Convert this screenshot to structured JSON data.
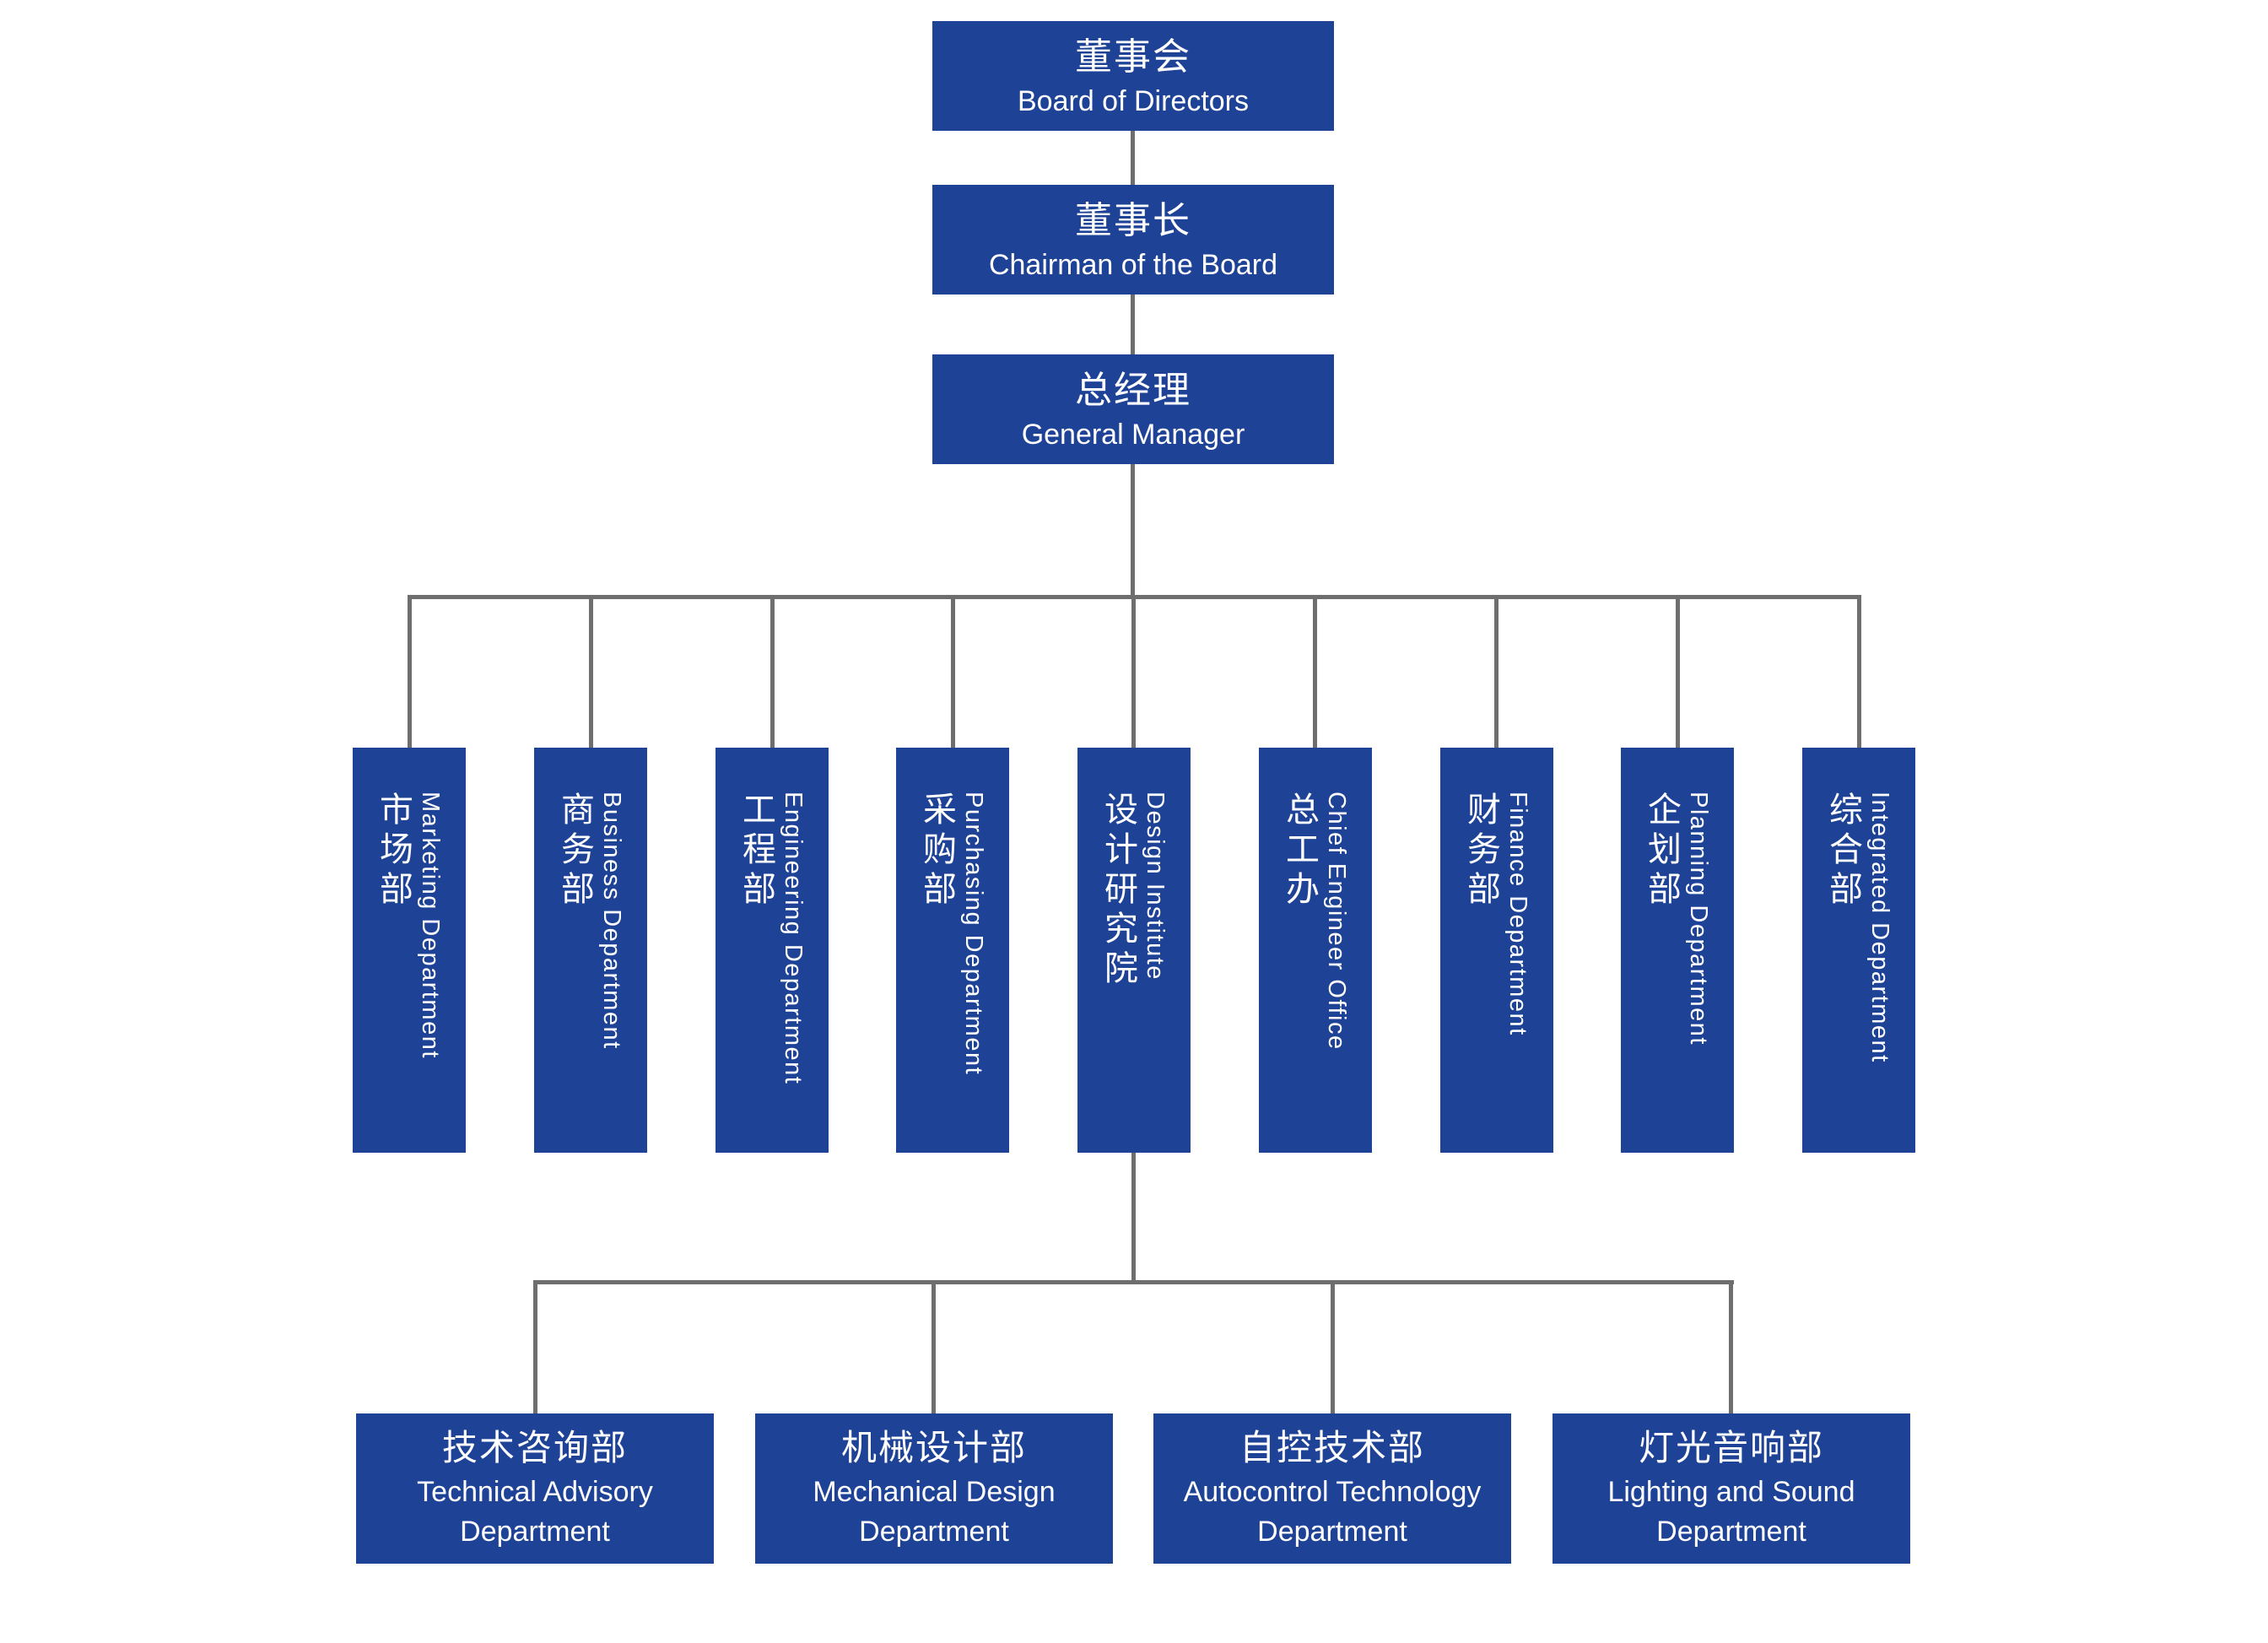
{
  "colors": {
    "box_blue": "#1e4396",
    "line_gray": "#6e6e6e",
    "text_white": "#ffffff",
    "background": "#ffffff"
  },
  "top_chain": [
    {
      "zh": "董事会",
      "en": "Board of Directors"
    },
    {
      "zh": "董事长",
      "en": "Chairman of the Board"
    },
    {
      "zh": "总经理",
      "en": "General Manager"
    }
  ],
  "departments": [
    {
      "zh": "市场部",
      "en": "Marketing Department"
    },
    {
      "zh": "商务部",
      "en": "Business Department"
    },
    {
      "zh": "工程部",
      "en": "Engineering Department"
    },
    {
      "zh": "采购部",
      "en": "Purchasing Department"
    },
    {
      "zh": "设计研究院",
      "en": "Design Institute"
    },
    {
      "zh": "总工办",
      "en": "Chief Engineer Office"
    },
    {
      "zh": "财务部",
      "en": "Finance Department"
    },
    {
      "zh": "企划部",
      "en": "Planning Department"
    },
    {
      "zh": "综合部",
      "en": "Integrated Department"
    }
  ],
  "design_institute_sub": [
    {
      "zh": "技术咨询部",
      "en": "Technical Advisory Department"
    },
    {
      "zh": "机械设计部",
      "en": "Mechanical Design Department"
    },
    {
      "zh": "自控技术部",
      "en": "Autocontrol Technology Department"
    },
    {
      "zh": "灯光音响部",
      "en": "Lighting and Sound Department"
    }
  ]
}
